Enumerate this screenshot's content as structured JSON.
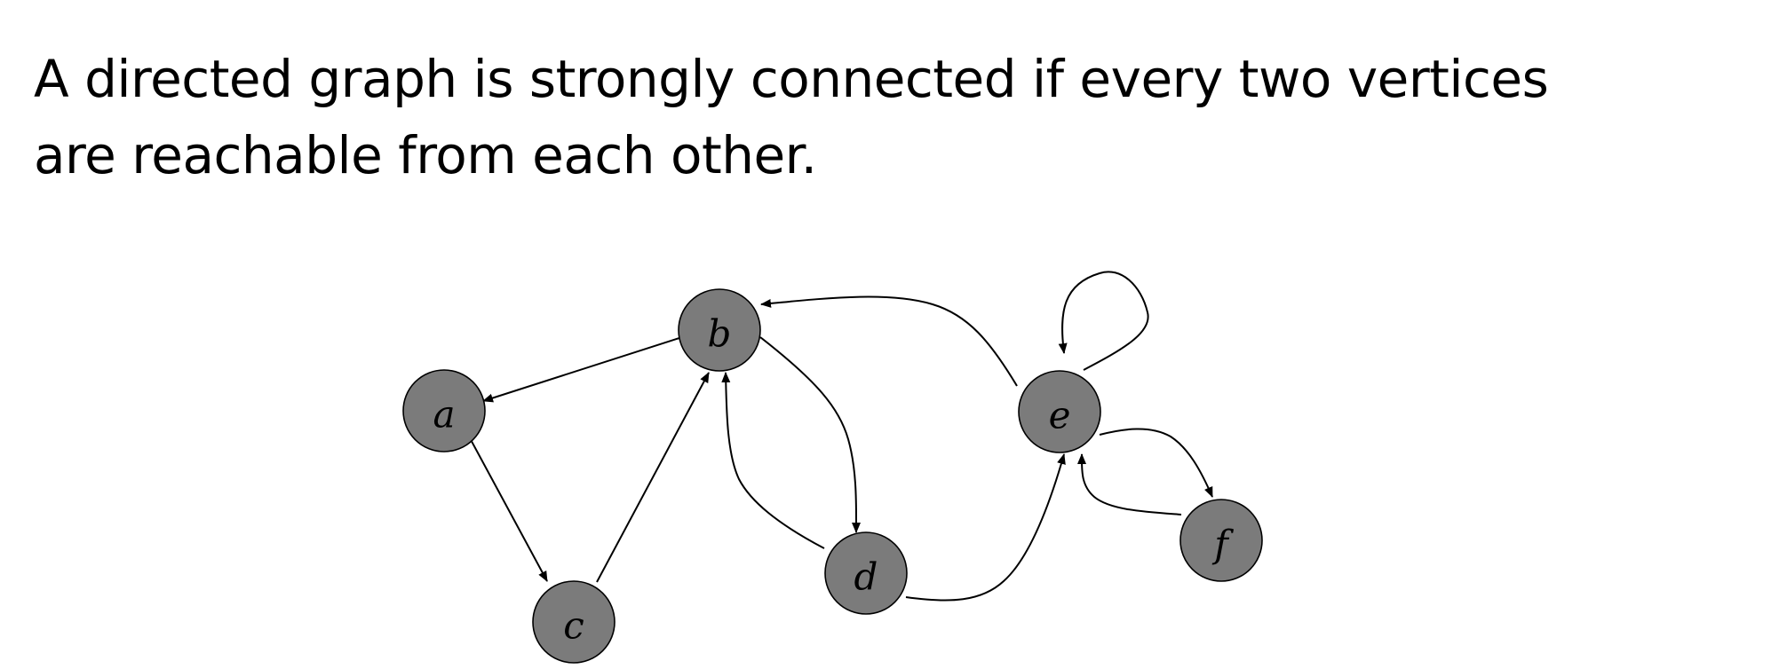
{
  "text": {
    "line1": "A directed graph is strongly connected if every two vertices",
    "line2": "are reachable from each other."
  },
  "graph": {
    "nodes": [
      {
        "id": "a",
        "label": "a"
      },
      {
        "id": "b",
        "label": "b"
      },
      {
        "id": "c",
        "label": "c"
      },
      {
        "id": "d",
        "label": "d"
      },
      {
        "id": "e",
        "label": "e"
      },
      {
        "id": "f",
        "label": "f"
      }
    ],
    "edges": [
      {
        "from": "b",
        "to": "a"
      },
      {
        "from": "a",
        "to": "c"
      },
      {
        "from": "c",
        "to": "b"
      },
      {
        "from": "b",
        "to": "d"
      },
      {
        "from": "d",
        "to": "b"
      },
      {
        "from": "e",
        "to": "b"
      },
      {
        "from": "d",
        "to": "e"
      },
      {
        "from": "e",
        "to": "e"
      },
      {
        "from": "e",
        "to": "f"
      },
      {
        "from": "f",
        "to": "e"
      }
    ],
    "colors": {
      "node_fill": "#7b7b7b",
      "node_stroke": "#000000",
      "edge": "#000000"
    }
  }
}
